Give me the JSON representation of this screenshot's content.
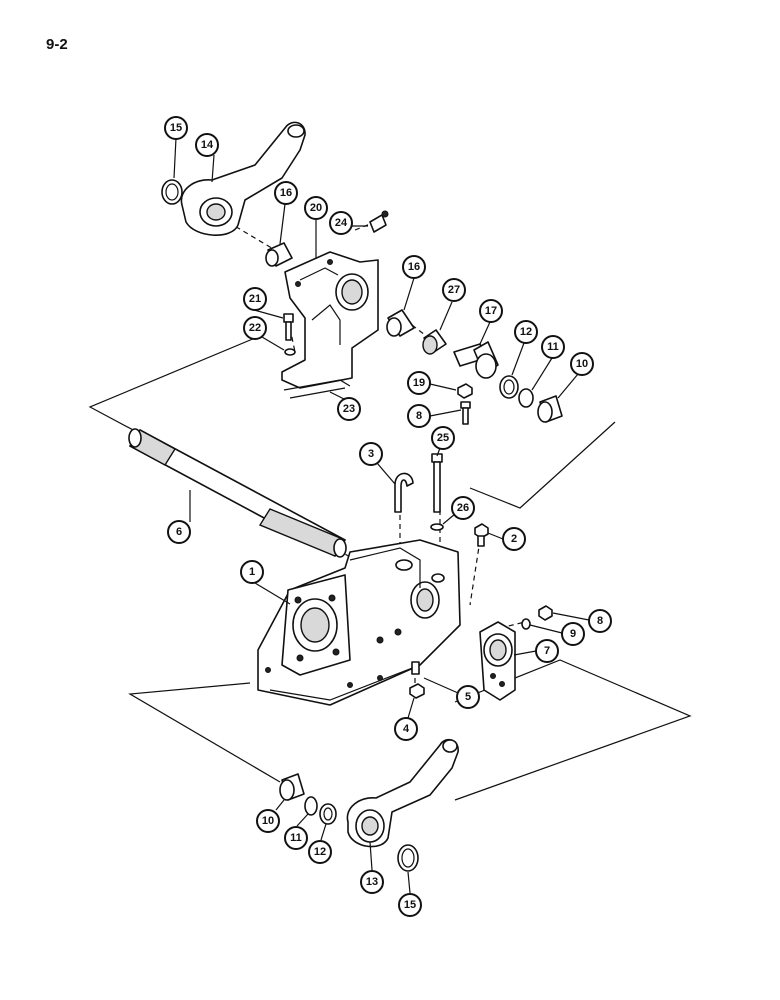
{
  "page": {
    "number": "9-2"
  },
  "callouts": {
    "c1": "1",
    "c2": "2",
    "c3": "3",
    "c4": "4",
    "c5": "5",
    "c6": "6",
    "c7": "7",
    "c8a": "8",
    "c8b": "8",
    "c9": "9",
    "c10a": "10",
    "c10b": "10",
    "c11a": "11",
    "c11b": "11",
    "c12a": "12",
    "c12b": "12",
    "c13": "13",
    "c14": "14",
    "c15a": "15",
    "c15b": "15",
    "c16a": "16",
    "c16b": "16",
    "c17": "17",
    "c19": "19",
    "c20": "20",
    "c21": "21",
    "c22": "22",
    "c23": "23",
    "c24": "24",
    "c25": "25",
    "c26": "26",
    "c27": "27"
  }
}
